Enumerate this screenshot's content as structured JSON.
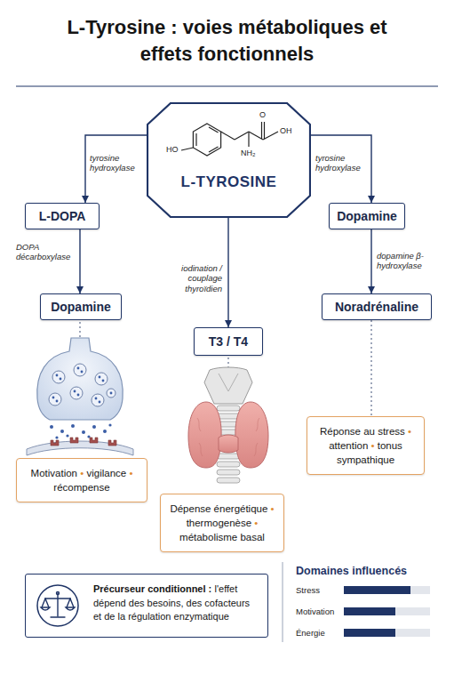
{
  "diagram": {
    "title": "L-Tyrosine : voies métaboliques et effets fonctionnels",
    "nodes": [
      {
        "text": [
          "L-TYROSINE"
        ]
      },
      {
        "text": [
          "L-DOPA"
        ]
      },
      {
        "text": [
          "Dopamine"
        ]
      },
      {
        "text": [
          "Dopamine"
        ]
      },
      {
        "text": [
          "T3 / T4"
        ]
      },
      {
        "text": [
          "Noradrénaline"
        ]
      },
      {
        "text": [
          "Réponse au stress • attention • tonus sympathique"
        ]
      },
      {
        "text": [
          "Motivation • vigilance • récompense"
        ]
      },
      {
        "text": [
          "Dépense énergétique • thermogenèse • métabolisme basal"
        ]
      },
      {
        "text": [
          "Précurseur conditionnel :",
          "l'effet dépend des besoins, des cofacteurs et de la régulation enzymatique"
        ]
      }
    ],
    "edges": [
      {
        "from": 0,
        "to": 1,
        "arrow": "to",
        "label": "tyrosine hydroxylase"
      },
      {
        "from": 0,
        "to": 2,
        "arrow": "to",
        "label": "tyrosine hydroxylase"
      },
      {
        "from": 1,
        "to": 3,
        "arrow": "to",
        "label": "DOPA décarboxylase"
      },
      {
        "from": 2,
        "to": 5,
        "arrow": "to",
        "label": "dopamine β-hydroxylase"
      },
      {
        "from": 0,
        "to": 4,
        "arrow": "to",
        "label": "iodination / couplage thyroïdien"
      },
      {
        "from": 5,
        "to": 6,
        "arrow": "none"
      }
    ],
    "labels": [
      "HO",
      "NH₂",
      "O",
      "OH",
      "Domaines influencés",
      "Stress",
      "Motivation",
      "Énergie"
    ]
  }
}
